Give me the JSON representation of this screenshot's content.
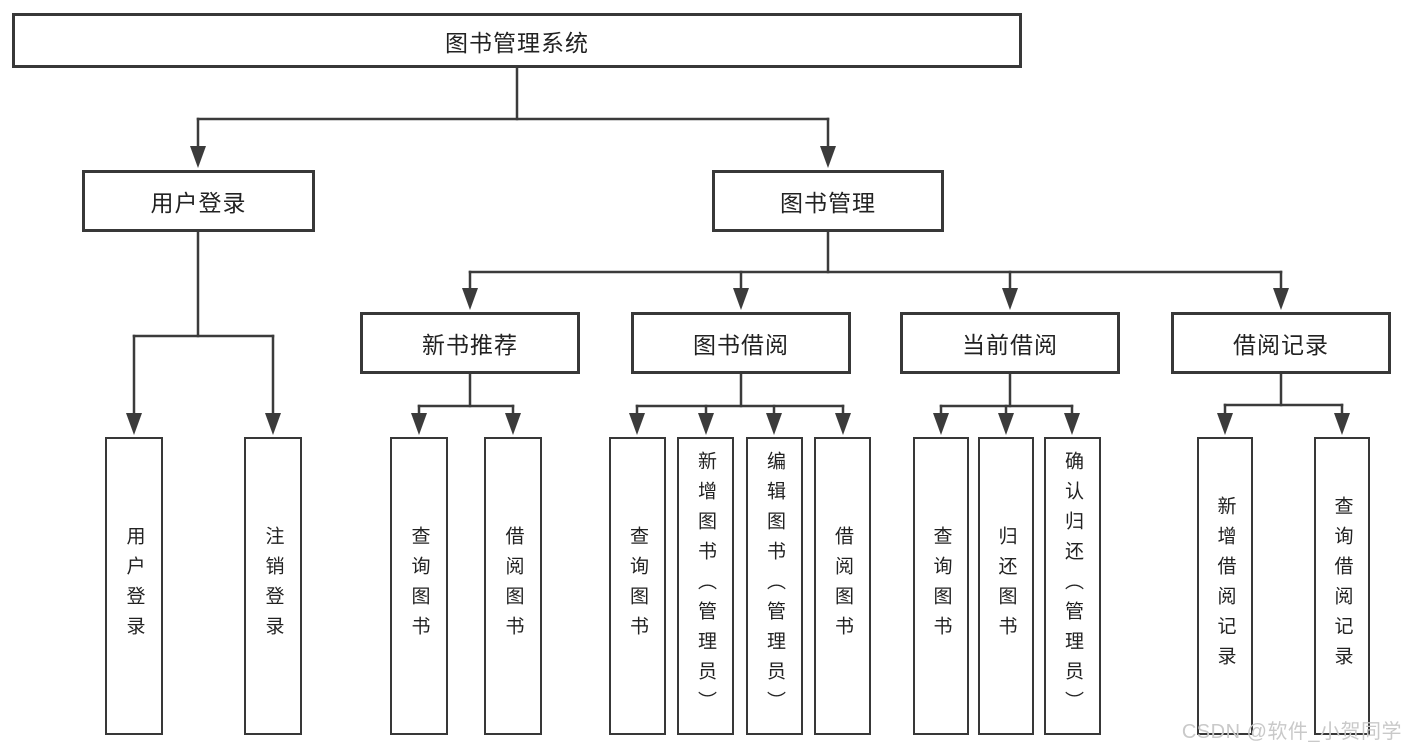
{
  "title": "图书管理系统",
  "watermark": "CSDN @软件_小贺同学",
  "colors": {
    "line": "#3b3b3b",
    "box_border": "#383838",
    "text": "#222222",
    "watermark": "#c9c9c9",
    "background": "#ffffff"
  },
  "tree": {
    "root": {
      "label": "图书管理系统"
    },
    "branches": [
      {
        "label": "用户登录",
        "leaves": [
          {
            "label": "用户登录"
          },
          {
            "label": "注销登录"
          }
        ]
      },
      {
        "label": "图书管理",
        "groups": [
          {
            "label": "新书推荐",
            "leaves": [
              {
                "label": "查询图书"
              },
              {
                "label": "借阅图书"
              }
            ]
          },
          {
            "label": "图书借阅",
            "leaves": [
              {
                "label": "查询图书"
              },
              {
                "label": "新增图书（管理员）"
              },
              {
                "label": "编辑图书（管理员）"
              },
              {
                "label": "借阅图书"
              }
            ]
          },
          {
            "label": "当前借阅",
            "leaves": [
              {
                "label": "查询图书"
              },
              {
                "label": "归还图书"
              },
              {
                "label": "确认归还（管理员）"
              }
            ]
          },
          {
            "label": "借阅记录",
            "leaves": [
              {
                "label": "新增借阅记录"
              },
              {
                "label": "查询借阅记录"
              }
            ]
          }
        ]
      }
    ]
  }
}
